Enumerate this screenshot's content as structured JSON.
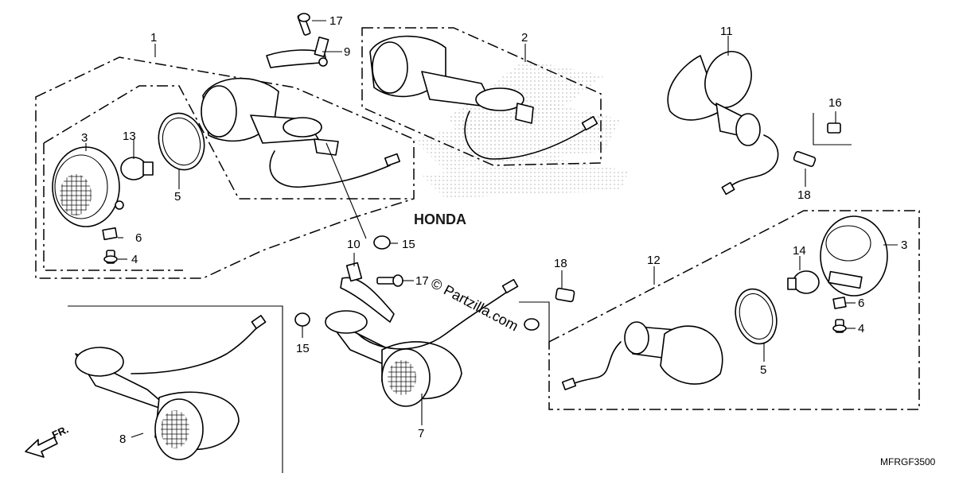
{
  "callouts": {
    "c1": "1",
    "c2": "2",
    "c3a": "3",
    "c3b": "3",
    "c4a": "4",
    "c4b": "4",
    "c5a": "5",
    "c5b": "5",
    "c6a": "6",
    "c6b": "6",
    "c7": "7",
    "c8": "8",
    "c9": "9",
    "c10": "10",
    "c11": "11",
    "c12": "12",
    "c13": "13",
    "c14": "14",
    "c15a": "15",
    "c15b": "15",
    "c16": "16",
    "c17a": "17",
    "c17b": "17",
    "c18a": "18",
    "c18b": "18"
  },
  "watermark": "© Partzilla.com",
  "brand_watermark": "HONDA",
  "direction_label": "FR.",
  "diagram_code": "MFRGF3500",
  "colors": {
    "line": "#000000",
    "background": "#ffffff",
    "halftone": "#c8c8c8"
  }
}
